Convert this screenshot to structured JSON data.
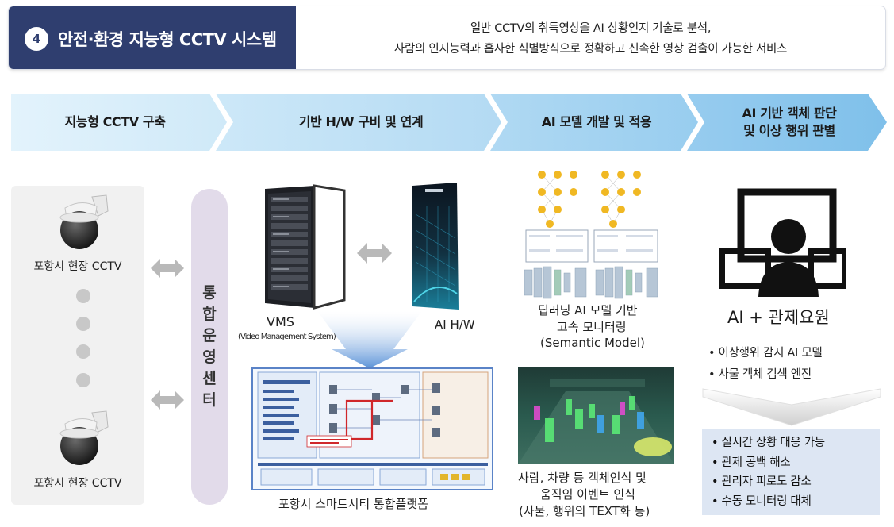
{
  "header": {
    "number": "4",
    "title": "안전·환경 지능형 CCTV 시스템",
    "desc_line1": "일반 CCTV의 취득영상을 AI 상황인지 기술로 분석,",
    "desc_line2": "사람의 인지능력과 흡사한 식별방식으로 정확하고 신속한 영상 검출이 가능한 서비스"
  },
  "steps": [
    {
      "line1": "지능형 CCTV 구축",
      "line2": ""
    },
    {
      "line1": "기반 H/W 구비 및 연계",
      "line2": ""
    },
    {
      "line1": "AI 모델 개발 및 적용",
      "line2": ""
    },
    {
      "line1": "AI 기반 객체 판단",
      "line2": "및 이상 행위 판별"
    }
  ],
  "left_panel": {
    "cctv_top": "포항시 현장 CCTV",
    "cctv_bottom": "포항시 현장 CCTV"
  },
  "ops_center": [
    "통",
    "합",
    "운",
    "영",
    "센",
    "터"
  ],
  "hardware": {
    "vms_label": "VMS",
    "vms_sub": "(Video Management System)",
    "ai_hw_label": "AI H/W"
  },
  "platform_caption": "포항시 스마트시티 통합플랫폼",
  "deep_learning": {
    "line1": "딥러닝 AI 모델 기반",
    "line2": "고속 모니터링",
    "line3": "(Semantic Model)"
  },
  "recognition": {
    "line1": "사람, 차량 등 객체인식 및",
    "line2": "움직임 이벤트 인식",
    "line3": "(사물, 행위의 TEXT화 등)"
  },
  "ai_staff": {
    "title": "AI + 관제요원",
    "bullets": [
      "•  이상행위 감지 AI 모델",
      "•  사물 객체 검색 엔진"
    ]
  },
  "results": [
    "• 실시간 상황 대응 가능",
    "• 관제 공백 해소",
    "• 관리자 피로도 감소",
    "• 수동 모니터링 대체"
  ],
  "colors": {
    "header_navy": "#2f3e6f",
    "step_light": "#d5ecf9",
    "step_mid": "#b8dcf4",
    "step_dark": "#8ec7ee",
    "pill": "#e2dbea",
    "result_box": "#dde6f3"
  }
}
